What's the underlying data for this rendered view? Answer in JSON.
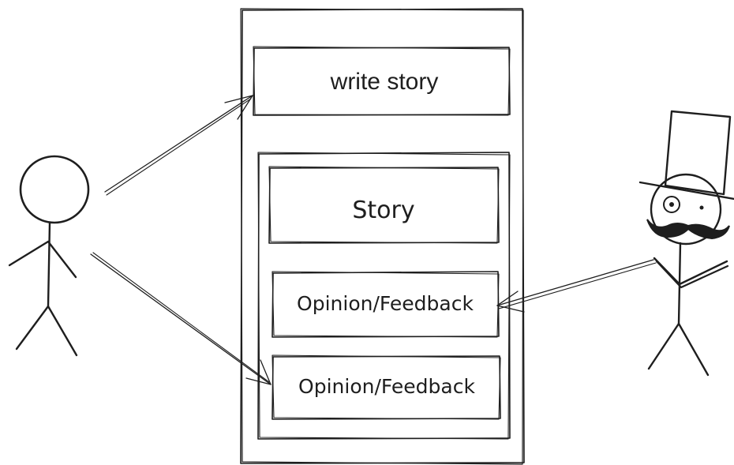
{
  "boxes": {
    "write_story": "write story",
    "story": "Story",
    "feedback_top": "Opinion/Feedback",
    "feedback_bottom": "Opinion/Feedback"
  },
  "colors": {
    "stroke": "#1e1e1e",
    "background": "#ffffff"
  },
  "icons": {
    "left_figure": "stick-figure-icon",
    "right_figure": "top-hat-gentleman-icon"
  }
}
